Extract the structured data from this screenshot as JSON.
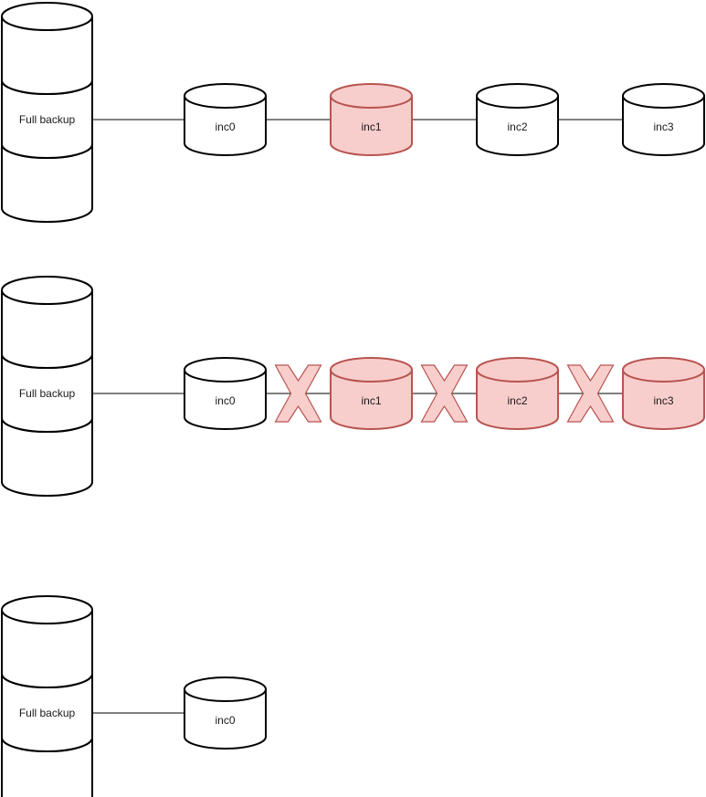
{
  "colors": {
    "stroke": "#000000",
    "fill": "#ffffff",
    "failed_stroke": "#b85450",
    "failed_fill": "#f8cecc"
  },
  "rows": [
    {
      "full_backup_label": "Full backup",
      "increments": [
        {
          "label": "inc0",
          "failed": false
        },
        {
          "label": "inc1",
          "failed": true
        },
        {
          "label": "inc2",
          "failed": false
        },
        {
          "label": "inc3",
          "failed": false
        }
      ],
      "broken_links": []
    },
    {
      "full_backup_label": "Full backup",
      "increments": [
        {
          "label": "inc0",
          "failed": false
        },
        {
          "label": "inc1",
          "failed": true
        },
        {
          "label": "inc2",
          "failed": true
        },
        {
          "label": "inc3",
          "failed": true
        }
      ],
      "broken_links": [
        1,
        2,
        3
      ]
    },
    {
      "full_backup_label": "Full backup",
      "increments": [
        {
          "label": "inc0",
          "failed": false
        }
      ],
      "broken_links": []
    }
  ]
}
